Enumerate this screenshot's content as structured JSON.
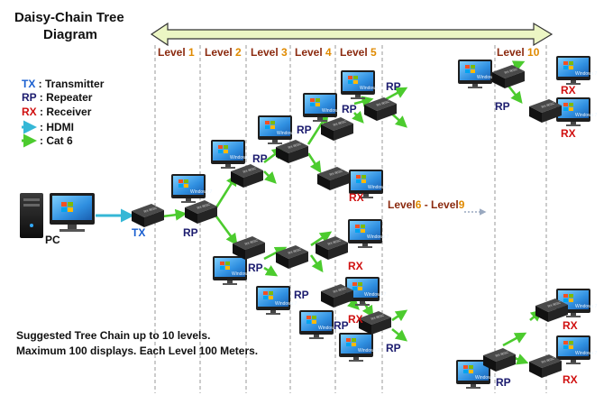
{
  "title": {
    "line1": "Daisy-Chain Tree",
    "line2": "Diagram"
  },
  "levels": [
    {
      "word": "Level",
      "num": "1"
    },
    {
      "word": "Level",
      "num": "2"
    },
    {
      "word": "Level",
      "num": "3"
    },
    {
      "word": "Level",
      "num": "4"
    },
    {
      "word": "Level",
      "num": "5"
    },
    {
      "word": "Level",
      "num": "10"
    }
  ],
  "level_range": {
    "word1": "Level",
    "num1": "6",
    "sep": " - ",
    "word2": "Level",
    "num2": "9"
  },
  "legend": [
    {
      "code": "TX",
      "text": " : Transmitter",
      "color": "#1a5fd0"
    },
    {
      "code": "RP",
      "text": " : Repeater",
      "color": "#1b1b6e"
    },
    {
      "code": "RX",
      "text": " : Receiver",
      "color": "#d01010"
    },
    {
      "code": "",
      "text": ": HDMI",
      "color": "#35b7d6"
    },
    {
      "code": "",
      "text": ": Cat 6",
      "color": "#4ccb2e"
    }
  ],
  "labels": {
    "pc": "PC",
    "tx": "TX",
    "rp": "RP",
    "rx": "RX",
    "screen": "Windows 7",
    "device": "RX-96SC\nRepeater"
  },
  "notes": [
    "Suggested Tree Chain up to 10 levels.",
    "Maximum 100 displays. Each Level 100 Meters."
  ],
  "colors": {
    "hdmi": "#35b7d6",
    "cat6": "#4ccb2e",
    "tx": "#1a5fd0",
    "rp": "#1b1b6e",
    "rx": "#d01010",
    "level": "#8b2a0f",
    "levelnum": "#e08a00",
    "arrow": "#ecf6c4"
  }
}
